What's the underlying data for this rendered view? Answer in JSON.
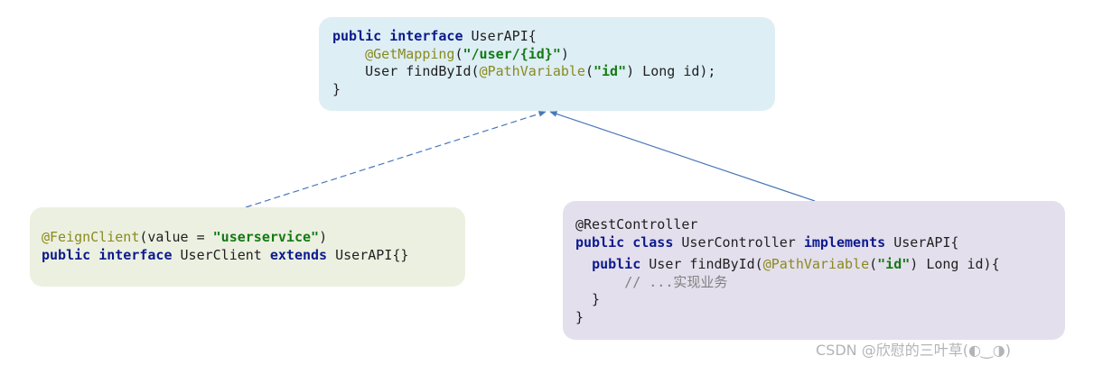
{
  "diagram": {
    "user_api_box": {
      "line1": {
        "kw1": "public",
        "kw2": "interface",
        "name": " UserAPI{"
      },
      "line2": {
        "indent": "    ",
        "annotation": "@GetMapping",
        "open": "(",
        "path": "\"/user/{id}\"",
        "close": ")"
      },
      "line3": {
        "prefix": "    User findById(",
        "annotation": "@PathVariable",
        "open": "(",
        "arg": "\"id\"",
        "rest": ") Long id);"
      },
      "line4": {
        "text": "}"
      }
    },
    "user_client_box": {
      "line1": {
        "annotation": "@FeignClient",
        "open": "(value = ",
        "value": "\"userservice\"",
        "close": ")"
      },
      "line2": {
        "kw1": "public",
        "kw2": "interface",
        "name": " UserClient ",
        "kw3": "extends",
        "parent": " UserAPI{}"
      }
    },
    "user_controller_box": {
      "line1": {
        "text": "@RestController"
      },
      "line2": {
        "kw1": "public",
        "kw2": "class",
        "name": " UserController ",
        "kw3": "implements",
        "parent": " UserAPI{"
      },
      "line3": {
        "indent": "  ",
        "kw1": "public",
        "prefix": " User findById(",
        "annotation": "@PathVariable",
        "open": "(",
        "arg": "\"id\"",
        "rest": ") Long id){"
      },
      "line4": {
        "indent": "      ",
        "comment": "// ...实现业务"
      },
      "line5": {
        "text": "  }"
      },
      "line6": {
        "text": "}"
      }
    }
  },
  "colors": {
    "keyword": "#0d1a8c",
    "annotation": "#8a8a1d",
    "string": "#137a13",
    "arrow": "#4a78b8"
  },
  "watermark": "CSDN @欣慰的三叶草(◐‿◑)"
}
